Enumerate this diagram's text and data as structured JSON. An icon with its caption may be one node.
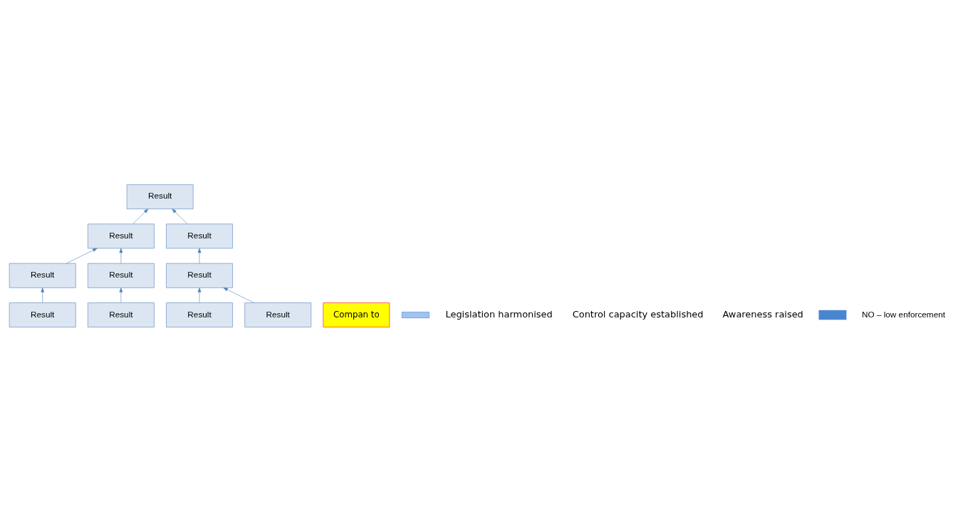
{
  "diagram": {
    "nodes": [
      {
        "text": [
          "Result"
        ]
      },
      {
        "text": [
          "Result"
        ]
      },
      {
        "text": [
          "Result"
        ]
      },
      {
        "text": [
          "Result"
        ]
      },
      {
        "text": [
          "Result"
        ]
      },
      {
        "text": [
          "Result"
        ]
      },
      {
        "text": [
          "Result"
        ]
      },
      {
        "text": [
          "Result"
        ]
      },
      {
        "text": [
          "Result"
        ]
      },
      {
        "text": [
          "Result"
        ]
      },
      {
        "text": [
          "Compan to"
        ]
      },
      {
        "text": [],
        "shape": "bar"
      }
    ],
    "edges": [
      {
        "from": 1,
        "to": 0,
        "arrow": "to"
      },
      {
        "from": 2,
        "to": 0,
        "arrow": "to"
      },
      {
        "from": 3,
        "to": 1,
        "arrow": "to"
      },
      {
        "from": 4,
        "to": 1,
        "arrow": "to"
      },
      {
        "from": 5,
        "to": 3,
        "arrow": "to"
      },
      {
        "from": 6,
        "to": 4,
        "arrow": "to"
      },
      {
        "from": 7,
        "to": 2,
        "arrow": "to"
      },
      {
        "from": 8,
        "to": 7,
        "arrow": "to"
      },
      {
        "from": 9,
        "to": 7,
        "arrow": "to"
      }
    ],
    "labels": [
      "Legislation harmonised",
      "Control capacity established",
      "Awareness raised"
    ],
    "legend": [
      {
        "text": "NO – low enforcement",
        "color": "#4a86d0"
      }
    ]
  }
}
